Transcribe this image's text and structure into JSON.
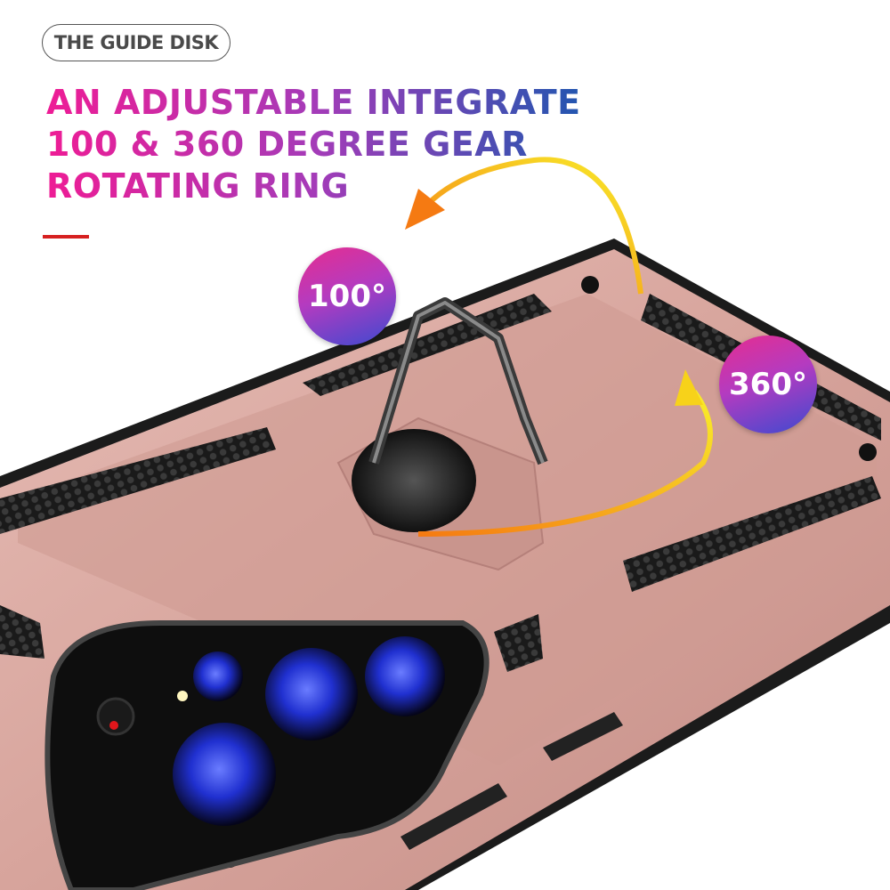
{
  "tag": "THE GUIDE DISK",
  "headline": {
    "lines": [
      "AN ADJUSTABLE INTEGRATED",
      "100 & 360 DEGREE GEAR",
      "ROTATING RING"
    ],
    "gradient": [
      "#ee1c95",
      "#2356b0"
    ]
  },
  "badges": {
    "left": "100°",
    "right": "360°"
  },
  "colors": {
    "accent_bar": "#d62020",
    "case": "#d8a7a0",
    "arrow": [
      "#f7e623",
      "#f57f17"
    ]
  }
}
